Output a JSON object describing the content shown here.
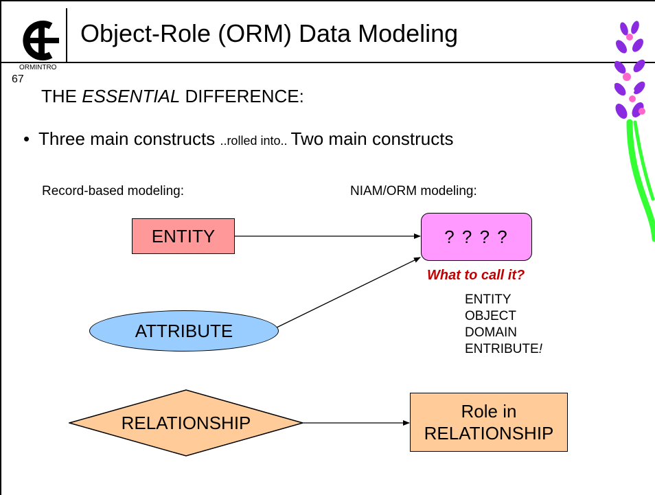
{
  "slide": {
    "title": "Object-Role (ORM)  Data Modeling",
    "code": "ORMINTRO",
    "number": "67"
  },
  "heading": {
    "prefix": "THE ",
    "emphasis": "ESSENTIAL",
    "suffix": " DIFFERENCE:"
  },
  "bullet": {
    "part1": "Three main constructs ",
    "part2": "..rolled into.. ",
    "part3": "Two main constructs"
  },
  "labels": {
    "left": "Record-based modeling:",
    "right": "NIAM/ORM modeling:"
  },
  "nodes": {
    "entity": "ENTITY",
    "unknown": "? ? ? ?",
    "attribute": "ATTRIBUTE",
    "relationship": "RELATIONSHIP",
    "role_line1": "Role in",
    "role_line2": "RELATIONSHIP"
  },
  "callout": "What to call it?",
  "alternatives": [
    "ENTITY",
    "OBJECT",
    "DOMAIN",
    "ENTRIBUTE"
  ],
  "alternative_suffix": "!",
  "colors": {
    "entity": "#ff9999",
    "unknown": "#ff99ff",
    "attribute": "#99ccff",
    "relationship": "#ffcc99",
    "role": "#ffcc99",
    "callout": "#c00000",
    "vine": "#33ff33"
  }
}
